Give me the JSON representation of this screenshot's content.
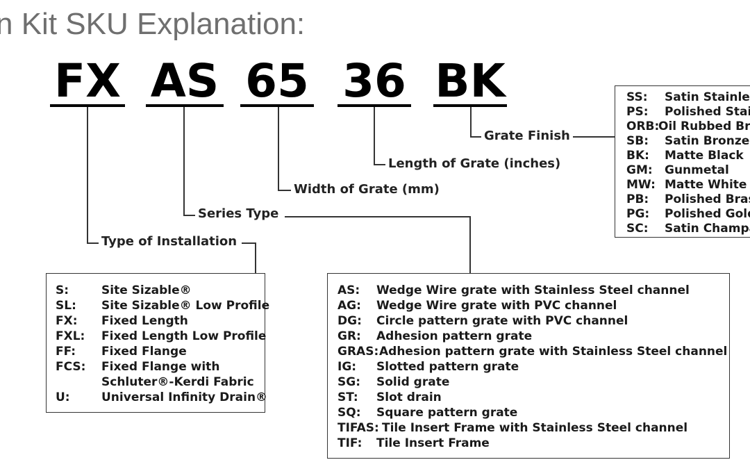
{
  "title": "n Kit SKU Explanation:",
  "sku_parts": [
    "FX",
    "AS",
    "65",
    "36",
    "BK"
  ],
  "labels": {
    "grate_finish": "Grate Finish",
    "length": "Length of Grate (inches)",
    "width": "Width of Grate (mm)",
    "series": "Series Type",
    "installation": "Type of Installation"
  },
  "installation_types": [
    {
      "code": "S:",
      "desc": "Site Sizable®"
    },
    {
      "code": "SL:",
      "desc": "Site Sizable® Low Profile"
    },
    {
      "code": "FX:",
      "desc": "Fixed Length"
    },
    {
      "code": "FXL:",
      "desc": "Fixed Length Low Profile"
    },
    {
      "code": "FF:",
      "desc": "Fixed Flange"
    },
    {
      "code": "FCS:",
      "desc": "Fixed Flange with"
    },
    {
      "code": "",
      "desc": "Schluter®-Kerdi Fabric"
    },
    {
      "code": "U:",
      "desc": "Universal Infinity Drain®"
    }
  ],
  "series_types": [
    {
      "code": "AS:",
      "desc": "Wedge Wire grate with Stainless Steel channel"
    },
    {
      "code": "AG:",
      "desc": "Wedge Wire grate with PVC channel"
    },
    {
      "code": "DG:",
      "desc": "Circle pattern grate with PVC channel"
    },
    {
      "code": "GR:",
      "desc": "Adhesion pattern grate"
    },
    {
      "code": "GRAS:",
      "desc": "Adhesion pattern grate with Stainless Steel channel"
    },
    {
      "code": "IG:",
      "desc": "Slotted pattern grate"
    },
    {
      "code": "SG:",
      "desc": "Solid grate"
    },
    {
      "code": "ST:",
      "desc": "Slot drain"
    },
    {
      "code": "SQ:",
      "desc": "Square pattern grate"
    },
    {
      "code": "TIFAS:",
      "desc": "Tile Insert Frame with Stainless Steel channel"
    },
    {
      "code": "TIF:",
      "desc": "Tile Insert Frame"
    }
  ],
  "finishes": [
    {
      "code": "SS:",
      "desc": "Satin Stainles"
    },
    {
      "code": "PS:",
      "desc": "Polished Stai"
    },
    {
      "code": "ORB:",
      "desc": "Oil Rubbed Br"
    },
    {
      "code": "SB:",
      "desc": "Satin Bronze"
    },
    {
      "code": "BK:",
      "desc": "Matte Black"
    },
    {
      "code": "GM:",
      "desc": "Gunmetal"
    },
    {
      "code": "MW:",
      "desc": "Matte White"
    },
    {
      "code": "PB:",
      "desc": "Polished Bras"
    },
    {
      "code": "PG:",
      "desc": "Polished Gold"
    },
    {
      "code": "SC:",
      "desc": "Satin Champa"
    }
  ]
}
